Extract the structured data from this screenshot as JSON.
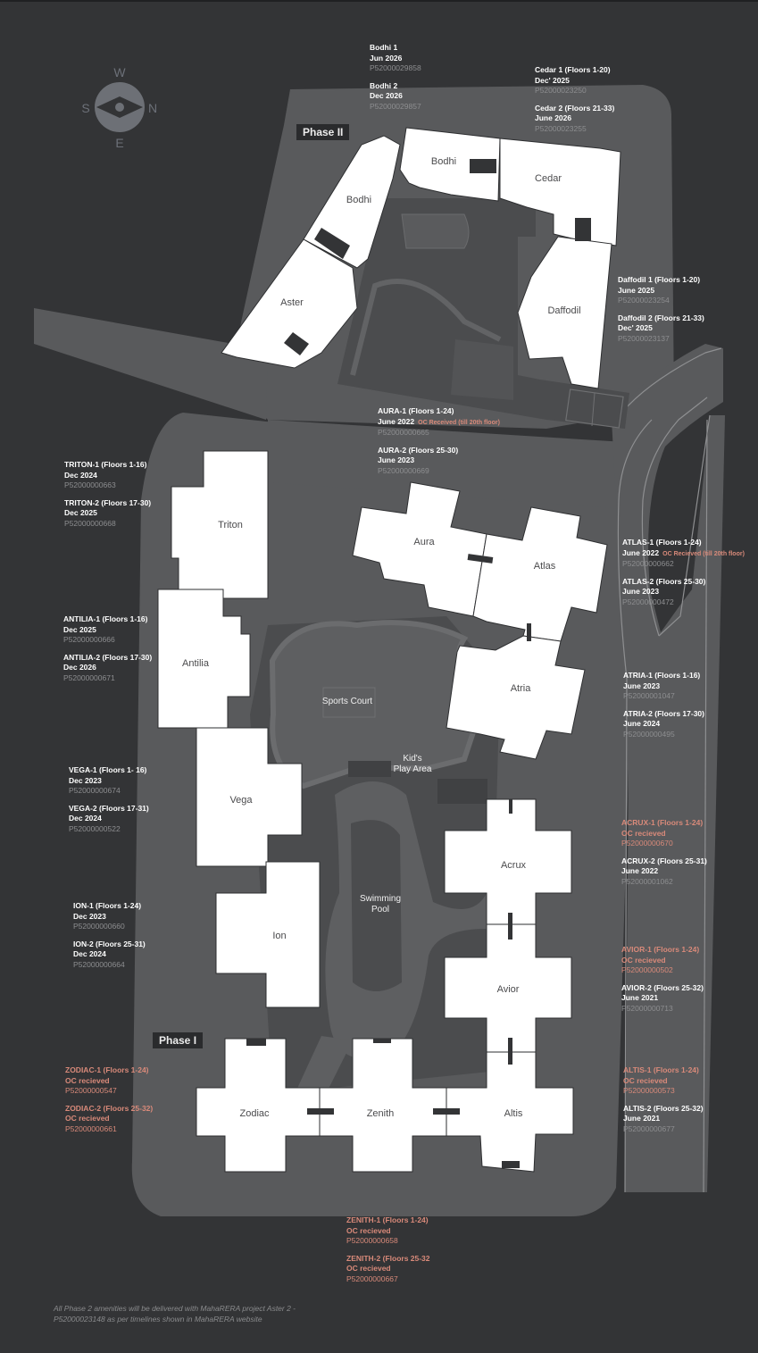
{
  "colors": {
    "background": "#333436",
    "site": "#5a5b5d",
    "road": "#4a4b4d",
    "inner_ground": "#484a4c",
    "buildings": "#ffffff",
    "oc_status": "#d98a7a",
    "rera_number": "#8d8e90"
  },
  "compass": {
    "icon": "compass-icon",
    "north": "N",
    "south": "S",
    "east": "E",
    "west": "W"
  },
  "phases": {
    "phase2": "Phase II",
    "phase1": "Phase I"
  },
  "buildings": {
    "bodhi_a": "Bodhi",
    "bodhi_b": "Bodhi",
    "cedar": "Cedar",
    "aster": "Aster",
    "daffodil": "Daffodil",
    "triton": "Triton",
    "aura": "Aura",
    "atlas": "Atlas",
    "antilia": "Antilia",
    "atria": "Atria",
    "vega": "Vega",
    "ion": "Ion",
    "acrux": "Acrux",
    "avior": "Avior",
    "zodiac": "Zodiac",
    "zenith": "Zenith",
    "altis": "Altis"
  },
  "amenities": {
    "sports_court": "Sports Court",
    "kids_play_area": "Kid's\nPlay Area",
    "swimming_pool": "Swimming\nPool"
  },
  "project_labels": {
    "bodhi1": {
      "title": "Bodhi 1",
      "status": "Jun 2026",
      "rera": "P52000029858"
    },
    "bodhi2": {
      "title": "Bodhi 2",
      "status": "Dec 2026",
      "rera": "P52000029857"
    },
    "cedar1": {
      "title": "Cedar 1 (Floors 1-20)",
      "status": "Dec' 2025",
      "rera": "P52000023250"
    },
    "cedar2": {
      "title": "Cedar 2 (Floors 21-33)",
      "status": "June 2026",
      "rera": "P52000023255"
    },
    "daffodil1": {
      "title": "Daffodil 1 (Floors 1-20)",
      "status": "June 2025",
      "rera": "P52000023254"
    },
    "daffodil2": {
      "title": "Daffodil  2 (Floors 21-33)",
      "status": "Dec' 2025",
      "rera": "P52000023137"
    },
    "aura1": {
      "title": "AURA-1 (Floors 1-24)",
      "status": "June 2022",
      "note": "OC Received (till 20th floor)",
      "rera": "P52000000665"
    },
    "aura2": {
      "title": "AURA-2 (Floors 25-30)",
      "status": "June 2023",
      "rera": "P52000000669"
    },
    "triton1": {
      "title": "TRITON-1 (Floors 1-16)",
      "status": "Dec 2024",
      "rera": "P52000000663"
    },
    "triton2": {
      "title": "TRITON-2 (Floors 17-30)",
      "status": "Dec 2025",
      "rera": "P52000000668"
    },
    "atlas1": {
      "title": "ATLAS-1 (Floors 1-24)",
      "status": "June 2022",
      "note": "OC Recieved (till 20th floor)",
      "rera": "P52000000662"
    },
    "atlas2": {
      "title": "ATLAS-2 (Floors 25-30)",
      "status": "June 2023",
      "rera": "P52000000472"
    },
    "antilia1": {
      "title": "ANTILIA-1 (Floors 1-16)",
      "status": "Dec 2025",
      "rera": "P52000000666"
    },
    "antilia2": {
      "title": "ANTILIA-2 (Floors 17-30)",
      "status": "Dec 2026",
      "rera": "P52000000671"
    },
    "atria1": {
      "title": "ATRIA-1 (Floors 1-16)",
      "status": "June 2023",
      "rera": "P52000001047"
    },
    "atria2": {
      "title": "ATRIA-2 (Floors 17-30)",
      "status": "June 2024",
      "rera": "P52000000495"
    },
    "vega1": {
      "title": "VEGA-1 (Floors 1- 16)",
      "status": "Dec 2023",
      "rera": "P52000000674"
    },
    "vega2": {
      "title": "VEGA-2 (Floors 17-31)",
      "status": "Dec 2024",
      "rera": "P52000000522"
    },
    "acrux1": {
      "title": "ACRUX-1 (Floors 1-24)",
      "status": "OC recieved",
      "rera": "P52000000670"
    },
    "acrux2": {
      "title": "ACRUX-2 (Floors 25-31)",
      "status": "June 2022",
      "rera": "P52000001062"
    },
    "ion1": {
      "title": "ION-1 (Floors 1-24)",
      "status": "Dec 2023",
      "rera": "P52000000660"
    },
    "ion2": {
      "title": "ION-2 (Floors 25-31)",
      "status": "Dec 2024",
      "rera": "P52000000664"
    },
    "avior1": {
      "title": "AVIOR-1 (Floors 1-24)",
      "status": "OC recieved",
      "rera": "P52000000502"
    },
    "avior2": {
      "title": "AVIOR-2 (Floors 25-32)",
      "status": "June 2021",
      "rera": "P52000000713"
    },
    "zodiac1": {
      "title": "ZODIAC-1 (Floors 1-24)",
      "status": "OC recieved",
      "rera": "P52000000547"
    },
    "zodiac2": {
      "title": "ZODIAC-2 (Floors 25-32)",
      "status": "OC recieved",
      "rera": "P52000000661"
    },
    "altis1": {
      "title": "ALTIS-1 (Floors 1-24)",
      "status": "OC recieved",
      "rera": "P52000000573"
    },
    "altis2": {
      "title": "ALTIS-2 (Floors 25-32)",
      "status": "June 2021",
      "rera": "P52000000677"
    },
    "zenith1": {
      "title": "ZENITH-1 (Floors 1-24)",
      "status": "OC recieved",
      "rera": "P52000000658"
    },
    "zenith2": {
      "title": "ZENITH-2 (Floors 25-32",
      "status": "OC recieved",
      "rera": "P52000000667"
    }
  },
  "footnote": "All Phase 2 amenities will be delivered with MahaRERA project Aster 2 - P52000023148 as per timelines shown in MahaRERA website"
}
